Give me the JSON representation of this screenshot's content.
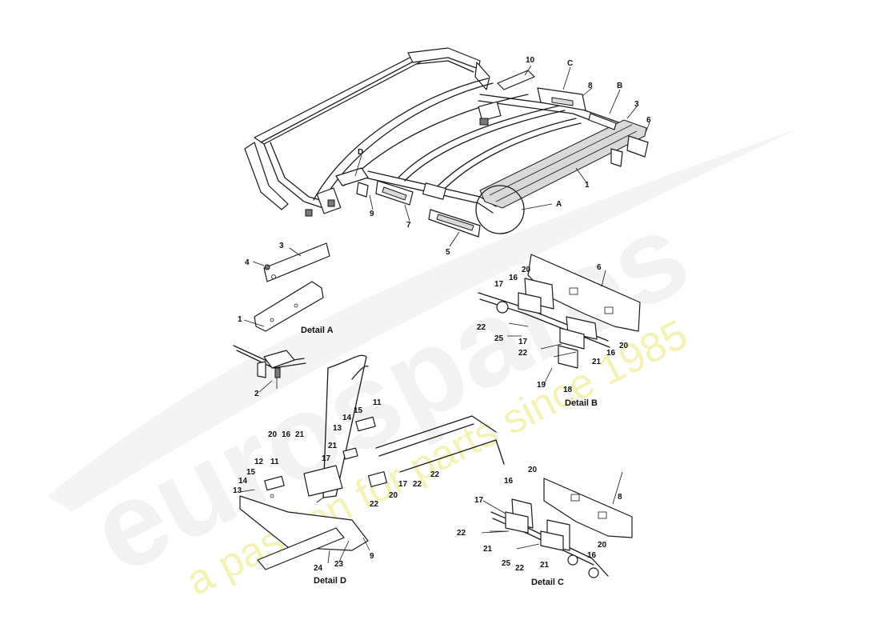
{
  "watermark": {
    "brand": "eurospares",
    "tagline": "a passion for parts since 1985"
  },
  "details": {
    "a": "Detail A",
    "b": "Detail B",
    "c": "Detail C",
    "d": "Detail D"
  },
  "callouts": {
    "main": [
      "10",
      "C",
      "8",
      "B",
      "3",
      "6",
      "1",
      "A",
      "D",
      "9",
      "7",
      "5"
    ],
    "detail_a": [
      "3",
      "4",
      "1",
      "2"
    ],
    "detail_b": [
      "20",
      "16",
      "17",
      "6",
      "22",
      "25",
      "17",
      "22",
      "20",
      "16",
      "21",
      "19",
      "18"
    ],
    "detail_c": [
      "20",
      "16",
      "8",
      "17",
      "22",
      "21",
      "20",
      "16",
      "25",
      "22",
      "21"
    ],
    "detail_d": [
      "11",
      "15",
      "14",
      "13",
      "20",
      "16",
      "21",
      "17",
      "21",
      "12",
      "11",
      "15",
      "14",
      "13",
      "22",
      "17",
      "22",
      "20",
      "22",
      "9",
      "24",
      "23"
    ]
  }
}
